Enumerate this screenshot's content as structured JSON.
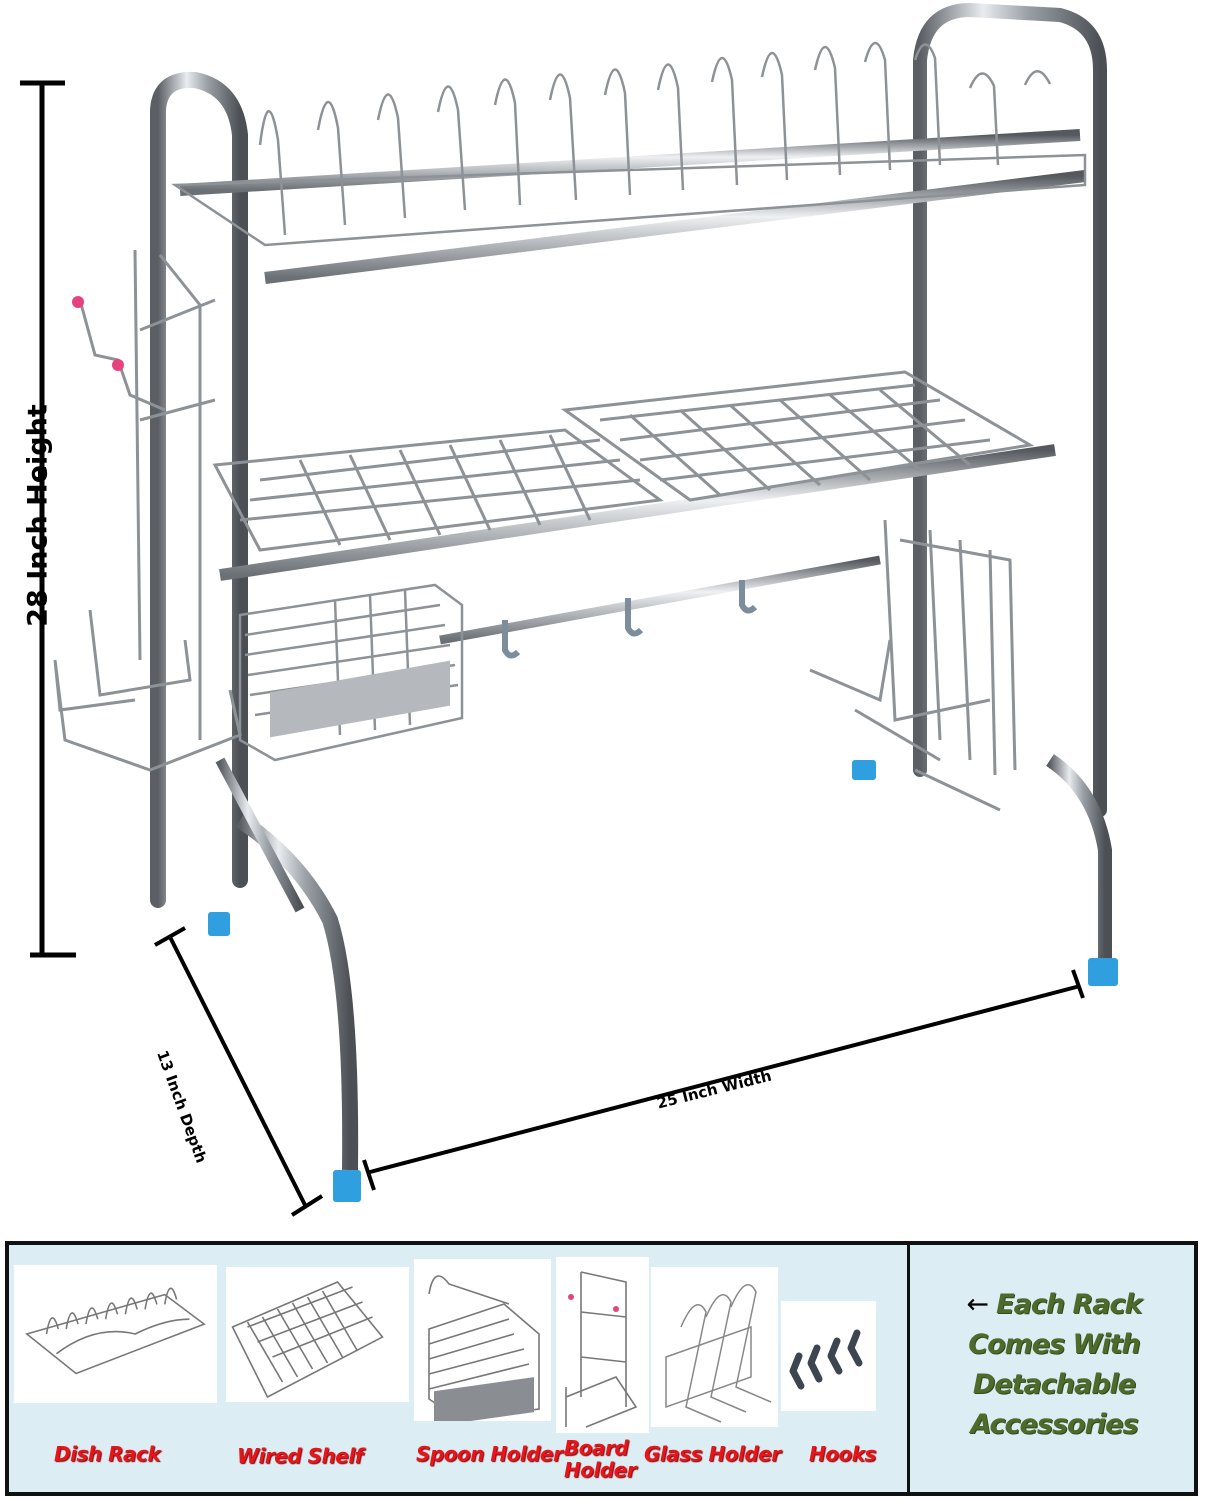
{
  "dimensions": {
    "height": "28 Inch Height",
    "depth": "13 Inch Depth",
    "width": "25 Inch Width"
  },
  "colors": {
    "steel": "#b9bcc0",
    "steel_dark": "#6f7378",
    "foot_blue": "#2f9fe0",
    "hook_tip_pink": "#e8417f",
    "panel_bg": "#dcedf3",
    "label_red": "#e8141a",
    "note_green": "#4e6b2c"
  },
  "accessories": [
    {
      "label": "Dish Rack",
      "icon": "dish-rack-icon"
    },
    {
      "label": "Wired Shelf",
      "icon": "wired-shelf-icon"
    },
    {
      "label": "Spoon Holder",
      "icon": "spoon-holder-icon"
    },
    {
      "label_line1": "Board",
      "label_line2": "Holder",
      "icon": "board-holder-icon"
    },
    {
      "label": "Glass Holder",
      "icon": "glass-holder-icon"
    },
    {
      "label": "Hooks",
      "icon": "hooks-icon"
    }
  ],
  "note": {
    "arrow": "←",
    "line1": "Each Rack",
    "line2": "Comes With",
    "line3": "Detachable",
    "line4": "Accessories"
  }
}
